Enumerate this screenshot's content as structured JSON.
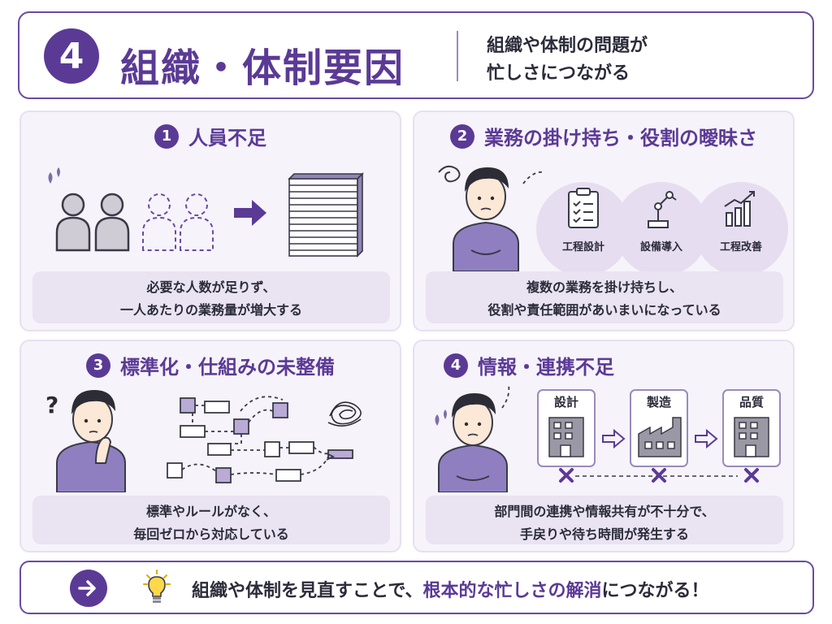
{
  "header": {
    "number": "4",
    "title": "組織・体制要因",
    "subtitle_line1": "組織や体制の問題が",
    "subtitle_line2": "忙しさにつながる"
  },
  "panels": [
    {
      "number": "1",
      "title": "人員不足",
      "desc_line1": "必要な人数が足りず、",
      "desc_line2": "一人あたりの業務量が増大する"
    },
    {
      "number": "2",
      "title": "業務の掛け持ち・役割の曖昧さ",
      "circles": [
        "工程設計",
        "設備導入",
        "工程改善"
      ],
      "desc_line1": "複数の業務を掛け持ちし、",
      "desc_line2": "役割や責任範囲があいまいになっている"
    },
    {
      "number": "3",
      "title": "標準化・仕組みの未整備",
      "desc_line1": "標準やルールがなく、",
      "desc_line2": "毎回ゼロから対応している"
    },
    {
      "number": "4",
      "title": "情報・連携不足",
      "departments": [
        "設計",
        "製造",
        "品質"
      ],
      "desc_line1": "部門間の連携や情報共有が不十分で、",
      "desc_line2": "手戻りや待ち時間が発生する"
    }
  ],
  "footer": {
    "text_before": "組織や体制を見直すことで、",
    "text_accent": "根本的な忙しさの解消",
    "text_after": "につながる！"
  },
  "colors": {
    "accent": "#5b3a96",
    "panel_bg": "#f6f3fa",
    "desc_bg": "#e9e3f2"
  }
}
